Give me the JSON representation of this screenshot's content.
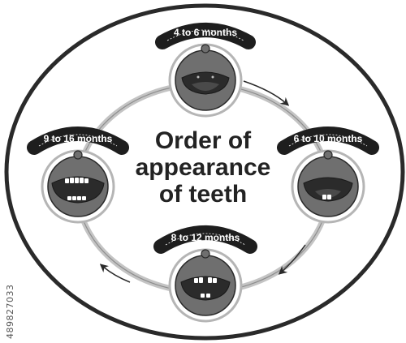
{
  "title": {
    "line1": "Order of",
    "line2": "appearance",
    "line3": "of teeth"
  },
  "stages": [
    {
      "label": "4 to 6 months",
      "position": "top"
    },
    {
      "label": "6 to 10 months",
      "position": "right"
    },
    {
      "label": "8 to 12 months",
      "position": "bottom"
    },
    {
      "label": "9 to 16 months",
      "position": "left"
    }
  ],
  "stock_id": "489827033",
  "colors": {
    "outline": "#2a2a2a",
    "badge": "#1e1e1e",
    "face_ring": "#9a9a9a",
    "face": "#6f6f6f",
    "mouth": "#2b2b2b",
    "tooth": "#ffffff",
    "cycle": "#b8b8b8"
  }
}
